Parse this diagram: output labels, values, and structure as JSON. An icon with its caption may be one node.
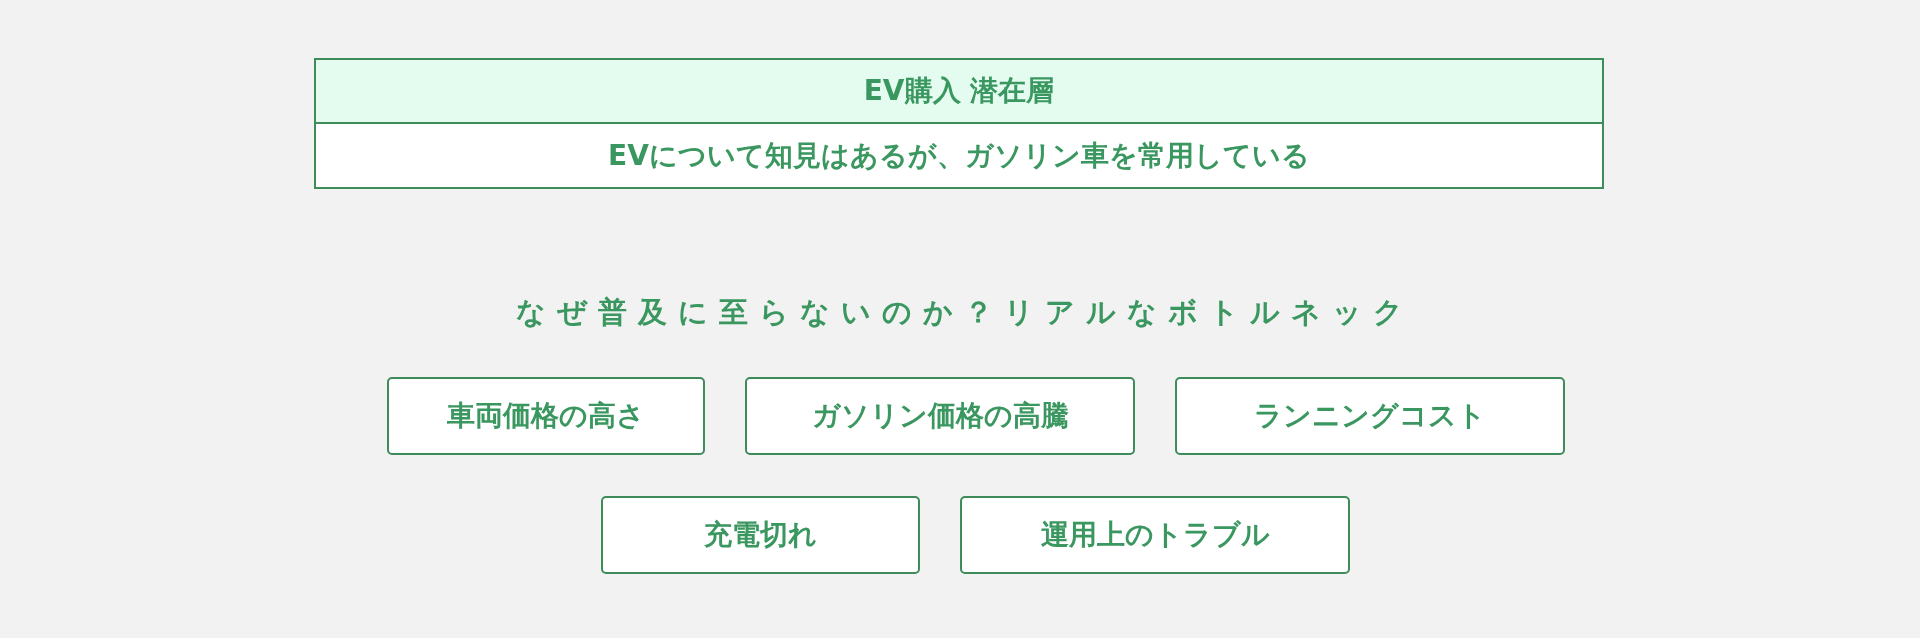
{
  "diagram": {
    "nodes": [
      {
        "text": [
          "EV購入 潜在層",
          "EVについて知見はあるが、ガソリン車を常用している"
        ]
      },
      {
        "text": [
          "車両価格の高さ"
        ]
      },
      {
        "text": [
          "ガソリン価格の高騰"
        ]
      },
      {
        "text": [
          "ランニングコスト"
        ]
      },
      {
        "text": [
          "充電切れ"
        ]
      },
      {
        "text": [
          "運用上のトラブル"
        ]
      }
    ],
    "labels": [
      "なぜ普及に至らないのか？リアルなボトルネック"
    ]
  }
}
